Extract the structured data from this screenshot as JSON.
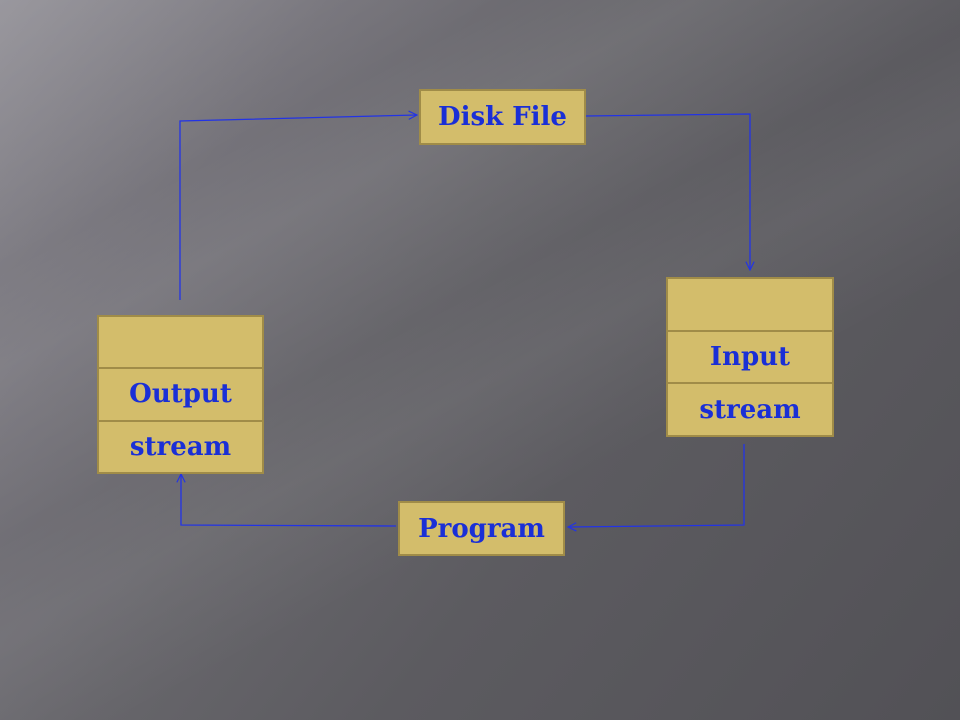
{
  "diagram": {
    "disk_file": {
      "label": "Disk File"
    },
    "input_stream": {
      "label_line1": "Input",
      "label_line2": "stream"
    },
    "output_stream": {
      "label_line1": "Output",
      "label_line2": "stream"
    },
    "program": {
      "label": "Program"
    },
    "colors": {
      "box_fill": "#d3bd6b",
      "box_border": "#a08c48",
      "text": "#1a2fd6",
      "arrow": "#2233e6"
    }
  }
}
